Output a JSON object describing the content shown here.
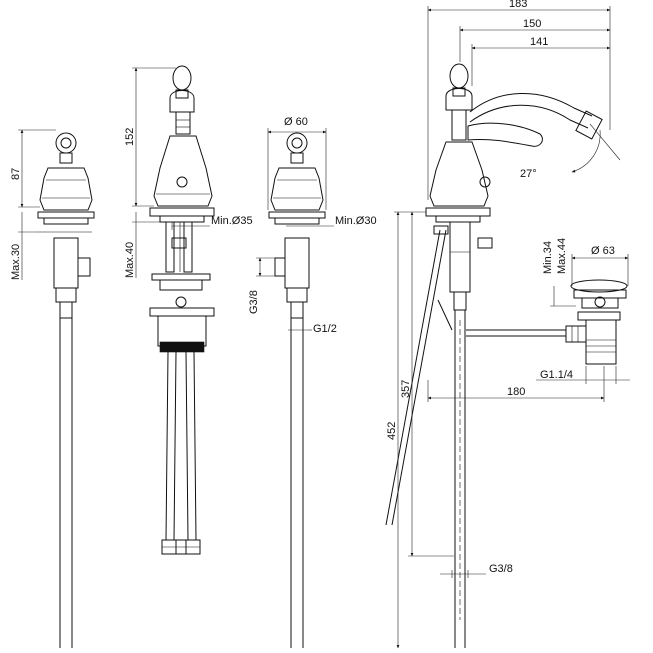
{
  "dimensions": {
    "d183": "183",
    "d150": "150",
    "d141": "141",
    "d87": "87",
    "max30": "Max.30",
    "d152": "152",
    "max40": "Max.40",
    "min35": "Min.Ø35",
    "dia60": "Ø 60",
    "min30": "Min.Ø30",
    "g38_side": "G3/8",
    "g12": "G1/2",
    "angle27": "27°",
    "min34": "Min.34",
    "max44": "Max.44",
    "dia63": "Ø 63",
    "g114": "G1.1/4",
    "d180": "180",
    "d357": "357",
    "d452": "452",
    "g38_bottom": "G3/8"
  }
}
